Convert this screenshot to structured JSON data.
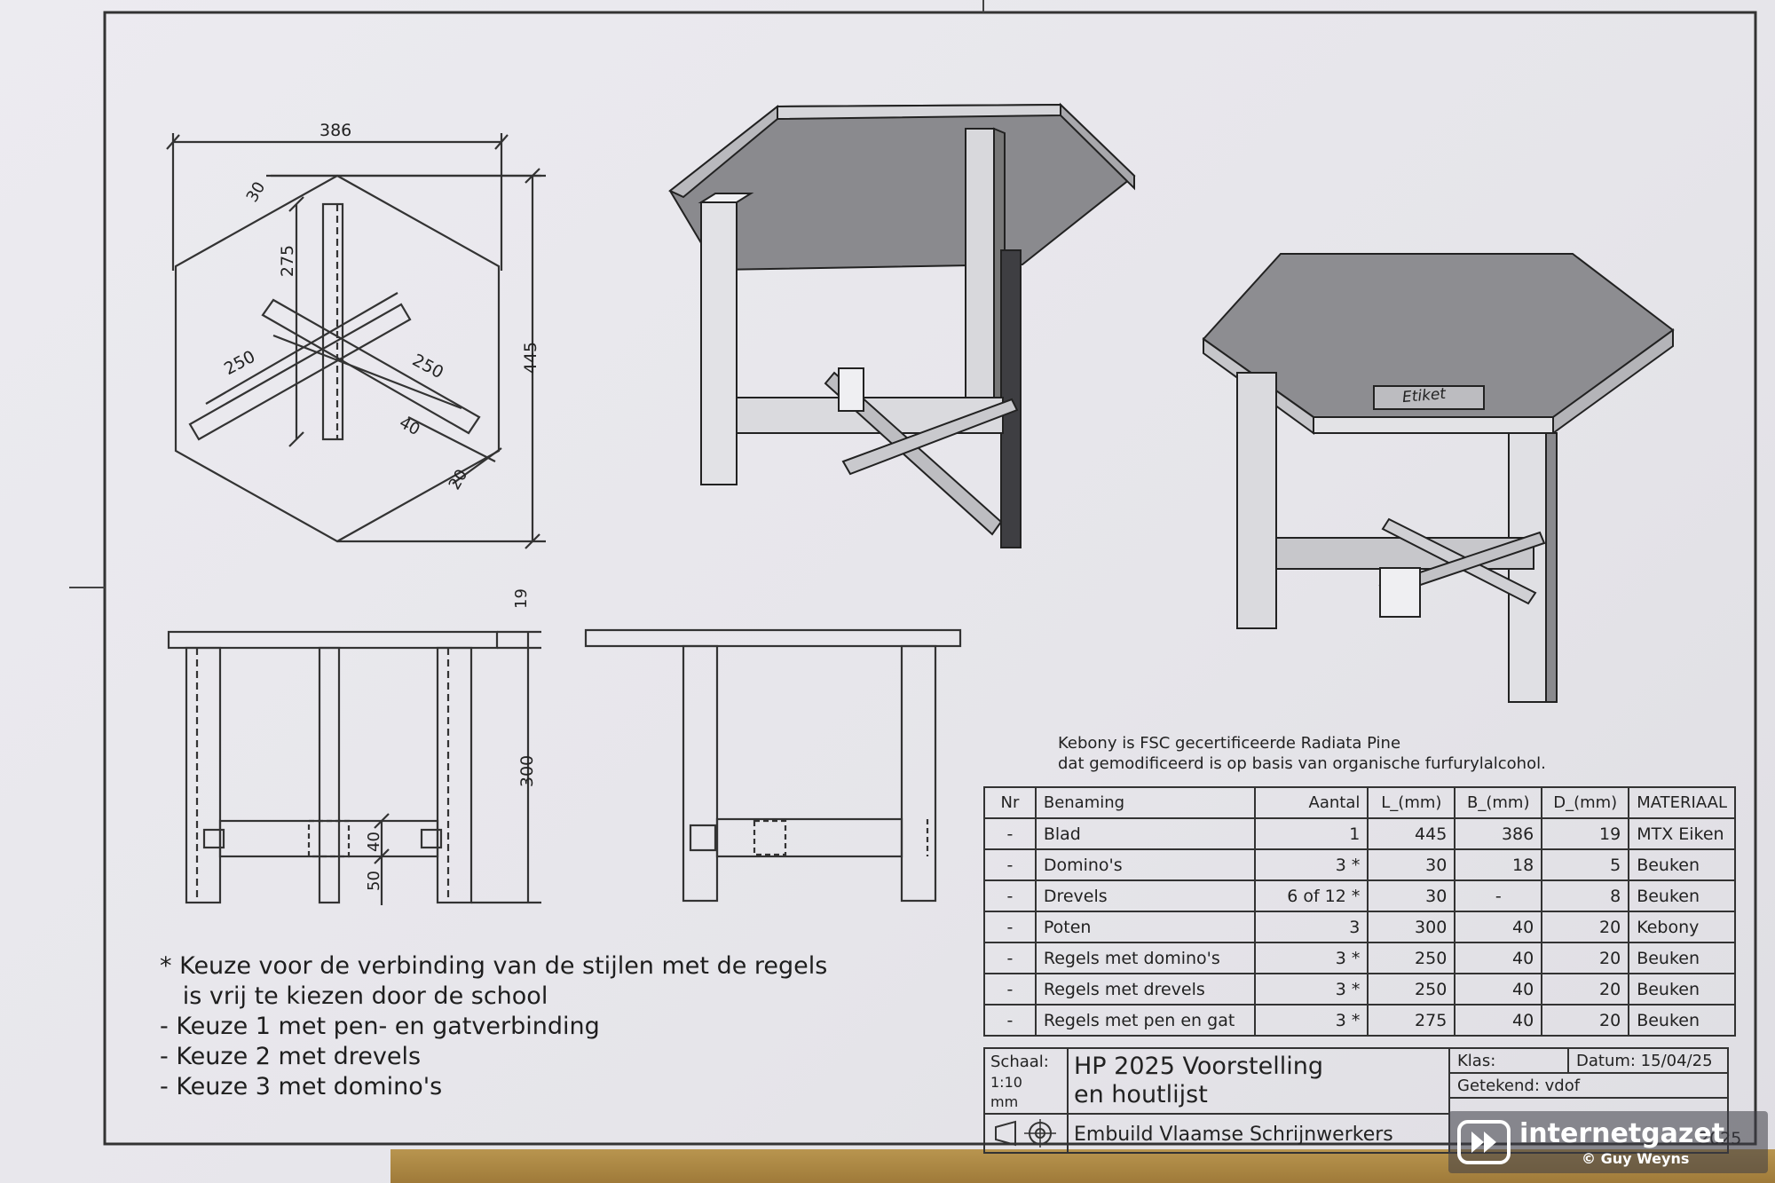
{
  "drawing": {
    "dims": {
      "top_width": "386",
      "top_depth": "445",
      "edge_offset": "30",
      "rail_long": "275",
      "rail_left": "250",
      "rail_right": "250",
      "rail_width": "40",
      "rail_thick": "20",
      "top_thickness": "19",
      "height": "300",
      "rail_height": "40",
      "rail_offset": "50"
    },
    "label_plate": "Etiket"
  },
  "note": {
    "lines": [
      "* Keuze voor de verbinding van de stijlen met de regels",
      "   is vrij te kiezen door de school",
      "- Keuze 1 met pen- en gatverbinding",
      "- Keuze 2 met drevels",
      "- Keuze 3 met domino's"
    ]
  },
  "material_note": {
    "line1": "Kebony is FSC gecertificeerde Radiata Pine",
    "line2": "dat gemodificeerd is op basis van organische furfurylalcohol."
  },
  "bom": {
    "headers": [
      "Nr",
      "Benaming",
      "Aantal",
      "L_(mm)",
      "B_(mm)",
      "D_(mm)",
      "MATERIAAL"
    ],
    "rows": [
      [
        "-",
        "Blad",
        "1",
        "445",
        "386",
        "19",
        "MTX Eiken"
      ],
      [
        "-",
        "Domino's",
        "3 *",
        "30",
        "18",
        "5",
        "Beuken"
      ],
      [
        "-",
        "Drevels",
        "6 of 12 *",
        "30",
        "-",
        "8",
        "Beuken"
      ],
      [
        "-",
        "Poten",
        "3",
        "300",
        "40",
        "20",
        "Kebony"
      ],
      [
        "-",
        "Regels met domino's",
        "3 *",
        "250",
        "40",
        "20",
        "Beuken"
      ],
      [
        "-",
        "Regels met drevels",
        "3 *",
        "250",
        "40",
        "20",
        "Beuken"
      ],
      [
        "-",
        "Regels met pen en gat",
        "3 *",
        "275",
        "40",
        "20",
        "Beuken"
      ]
    ]
  },
  "title_block": {
    "scale_label": "Schaal:",
    "scale_value": "1:10",
    "scale_unit": "mm",
    "title_line1": "HP 2025 Voorstelling",
    "title_line2": "en houtlijst",
    "class_label": "Klas:",
    "date_label": "Datum: 15/04/25",
    "drawn_by": "Getekend: vdof",
    "company": "Embuild Vlaamse Schrijnwerkers",
    "year": "2025"
  },
  "watermark": {
    "brand": "internetgazet",
    "credit": "© Guy Weyns"
  }
}
